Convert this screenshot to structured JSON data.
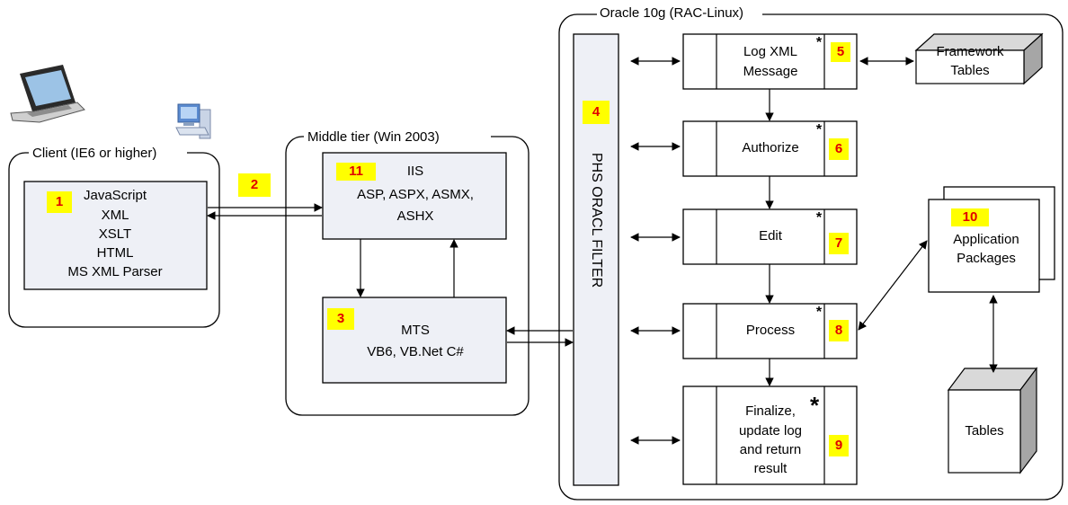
{
  "groups": {
    "client": "Client (IE6 or higher)",
    "middle": "Middle tier (Win 2003)",
    "oracle": "Oracle 10g (RAC-Linux)"
  },
  "client_box": {
    "badge": "1",
    "lines": [
      "JavaScript",
      "XML",
      "XSLT",
      "HTML",
      "MS XML Parser"
    ]
  },
  "iis_box": {
    "badge": "11",
    "lines": [
      "IIS",
      "ASP, ASPX, ASMX,",
      "ASHX"
    ]
  },
  "mts_box": {
    "badge": "3",
    "lines": [
      "MTS",
      "VB6, VB.Net C#"
    ]
  },
  "link_badge": "2",
  "filter": {
    "badge": "4",
    "label": "PHS ORACL FILTER"
  },
  "steps": [
    {
      "lines": [
        "Log XML",
        "Message"
      ],
      "badge": "5",
      "star": "*"
    },
    {
      "lines": [
        "Authorize"
      ],
      "badge": "6",
      "star": "*"
    },
    {
      "lines": [
        "Edit"
      ],
      "badge": "7",
      "star": "*"
    },
    {
      "lines": [
        "Process"
      ],
      "badge": "8",
      "star": "*"
    },
    {
      "lines": [
        "Finalize,",
        "update log",
        "and return",
        "result"
      ],
      "badge": "9",
      "star": "*"
    }
  ],
  "framework_tables": {
    "lines": [
      "Framework",
      "Tables"
    ]
  },
  "app_packages": {
    "badge": "10",
    "lines": [
      "Application",
      "Packages"
    ]
  },
  "tables": {
    "label": "Tables"
  },
  "colors": {
    "box_fill": "#eef0f6",
    "badge_fill": "#ffff00",
    "badge_text": "#e00000",
    "cube_top": "#d9d9d9",
    "cube_side": "#a6a6a6"
  },
  "icons": [
    "laptop-icon",
    "desktop-computer-icon"
  ]
}
